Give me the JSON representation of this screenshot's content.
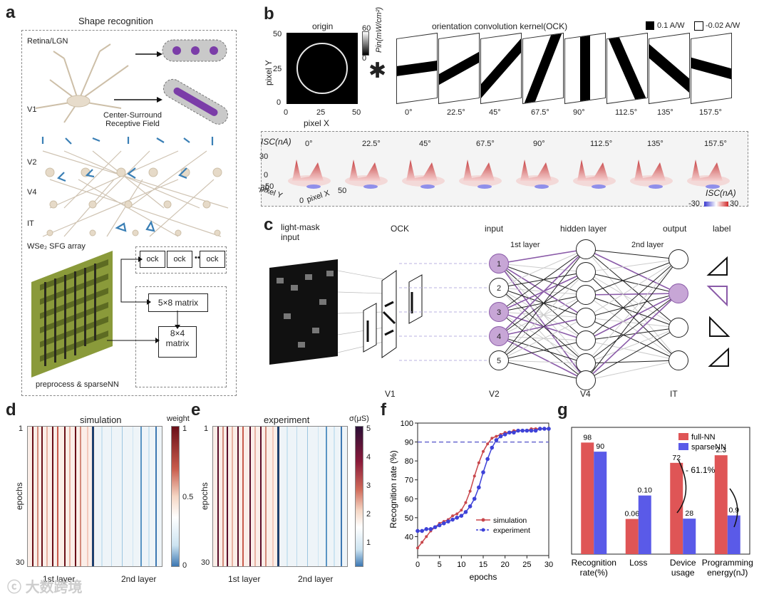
{
  "panel_labels": {
    "a": "a",
    "b": "b",
    "c": "c",
    "d": "d",
    "e": "e",
    "f": "f",
    "g": "g"
  },
  "a": {
    "title": "Shape recognition",
    "retina": "Retina/LGN",
    "v1": "V1",
    "v2": "V2",
    "v4": "V4",
    "it": "IT",
    "center_surround": "Center-Surround",
    "receptive_field": "Receptive Field",
    "array": "WSe₂ SFG array",
    "ock": "ock",
    "ellipsis": "•••",
    "matrix1": "5×8 matrix",
    "matrix2_line1": "8×4",
    "matrix2_line2": "matrix",
    "preprocess": "preprocess & sparseNN"
  },
  "b": {
    "origin": "origin",
    "pixel_y": "pixel Y",
    "pixel_x": "pixel X",
    "y_ticks": [
      "50",
      "25",
      "0"
    ],
    "x_ticks": [
      "0",
      "25",
      "50"
    ],
    "colorbar_max": "60",
    "colorbar_min": "0",
    "colorbar_label": "Pin(mW/cm²)",
    "conv_symbol": "✱",
    "ock_title": "orientation convolution kernel(OCK)",
    "legend_pos": "0.1 A/W",
    "legend_neg": "-0.02 A/W",
    "angles": [
      "0°",
      "22.5°",
      "45°",
      "67.5°",
      "90°",
      "112.5°",
      "135°",
      "157.5°"
    ],
    "isc_label": "ISC(nA)",
    "z_ticks": [
      "30",
      "0",
      "-30"
    ],
    "surf_pixel_y": "pixel Y",
    "surf_pixel_x": "pixel X",
    "surf_50a": "50",
    "surf_0": "0",
    "surf_50b": "50",
    "cb_label": "ISC(nA)",
    "cb_min": "-30",
    "cb_max": "30"
  },
  "c": {
    "lightmask_line1": "light-mask",
    "lightmask_line2": "input",
    "ock": "OCK",
    "input": "input",
    "hidden": "hidden layer",
    "output": "output",
    "label": "label",
    "layer1": "1st layer",
    "layer2": "2nd layer",
    "input_nodes": [
      "1",
      "2",
      "3",
      "4",
      "5"
    ],
    "bottom": [
      "V1",
      "V2",
      "V4",
      "IT"
    ]
  },
  "d": {
    "title": "simulation",
    "cb_title": "weight",
    "cb_ticks": [
      "1",
      "0.5",
      "0"
    ],
    "ylabel": "epochs",
    "y_top": "1",
    "y_bottom": "30",
    "x1": "1st layer",
    "x2": "2nd layer"
  },
  "e": {
    "title": "experiment",
    "cb_title": "σ(μS)",
    "cb_ticks": [
      "5",
      "4",
      "3",
      "2",
      "1"
    ],
    "ylabel": "epochs",
    "y_top": "1",
    "y_bottom": "30",
    "x1": "1st layer",
    "x2": "2nd layer"
  },
  "watermark": "大数跨境",
  "colors": {
    "purple": "#8a5aa8",
    "red": "#c8464b",
    "blue": "#3e42d8",
    "bar_red": "#df5556",
    "bar_blue": "#5a5ae8"
  },
  "chart_data": [
    {
      "id": "f",
      "type": "line",
      "xlabel": "epochs",
      "ylabel": "Recognition rate (%)",
      "xlim": [
        0,
        30
      ],
      "ylim": [
        30,
        100
      ],
      "x_ticks": [
        0,
        5,
        10,
        15,
        20,
        25,
        30
      ],
      "y_ticks": [
        40,
        50,
        60,
        70,
        80,
        90,
        100
      ],
      "reference_line": 90,
      "legend_position": "bottom-right",
      "x": [
        0,
        1,
        2,
        3,
        4,
        5,
        6,
        7,
        8,
        9,
        10,
        11,
        12,
        13,
        14,
        15,
        16,
        17,
        18,
        19,
        20,
        21,
        22,
        23,
        24,
        25,
        26,
        27,
        28,
        29,
        30
      ],
      "series": [
        {
          "name": "simulation",
          "color": "#c8464b",
          "marker": "circle",
          "values": [
            34,
            37,
            40,
            43,
            45,
            47,
            48,
            49,
            51,
            52,
            54,
            58,
            64,
            72,
            79,
            85,
            89,
            92,
            93,
            94,
            95,
            95,
            96,
            96,
            96,
            96,
            97,
            97,
            97,
            97,
            97
          ]
        },
        {
          "name": "experiment",
          "color": "#3e42d8",
          "marker": "hexagon",
          "values": [
            43,
            43,
            44,
            44,
            45,
            46,
            47,
            48,
            49,
            50,
            51,
            53,
            56,
            60,
            66,
            74,
            81,
            87,
            91,
            93,
            94,
            95,
            95,
            96,
            96,
            96,
            96,
            96,
            97,
            97,
            97
          ]
        }
      ]
    },
    {
      "id": "g",
      "type": "bar",
      "categories": [
        "Recognition rate(%)",
        "Loss",
        "Device usage",
        "Programming energy(nJ)"
      ],
      "series": [
        {
          "name": "full-NN",
          "color": "#df5556",
          "values": [
            98,
            0.06,
            72,
            2.3
          ]
        },
        {
          "name": "sparseNN",
          "color": "#5a5ae8",
          "values": [
            90,
            0.1,
            28,
            0.9
          ]
        }
      ],
      "value_labels": [
        [
          "98",
          "0.06",
          "72",
          "2.3"
        ],
        [
          "90",
          "0.10",
          "28",
          "0.9"
        ]
      ],
      "annotation": "- 61.1%",
      "legend_position": "top-right"
    }
  ]
}
